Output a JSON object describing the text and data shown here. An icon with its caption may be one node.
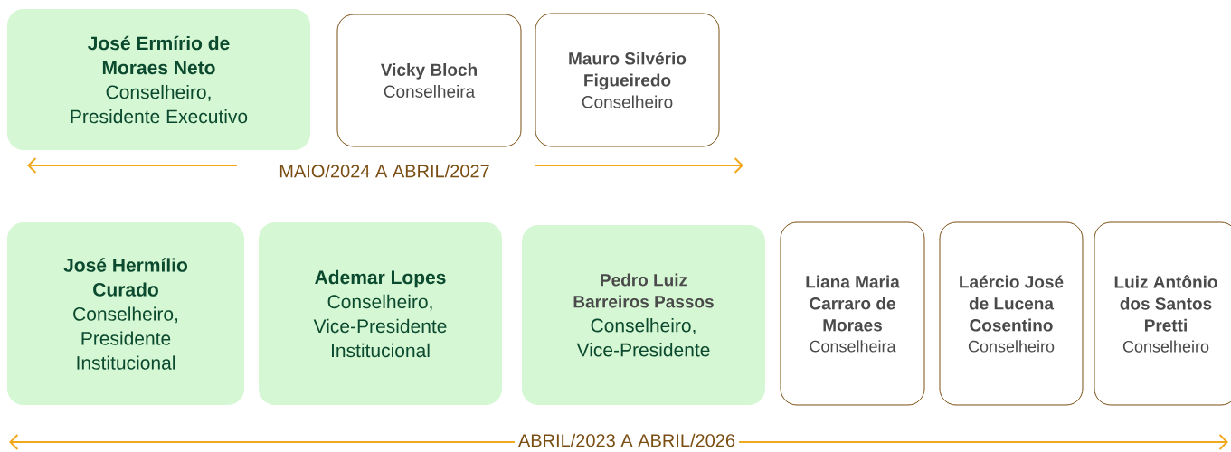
{
  "diagram": {
    "nodes": [
      {
        "text": [
          "José Ermírio de Moraes Neto",
          "Conselheiro, Presidente Executivo"
        ]
      },
      {
        "text": [
          "Vicky Bloch",
          "Conselheira"
        ]
      },
      {
        "text": [
          "Mauro Silvério Figueiredo",
          "Conselheiro"
        ]
      },
      {
        "text": [
          "José Hermílio Curado",
          "Conselheiro, Presidente Institucional"
        ]
      },
      {
        "text": [
          "Ademar Lopes",
          "Conselheiro, Vice-Presidente Institucional"
        ]
      },
      {
        "text": [
          "Pedro Luiz Barreiros Passos",
          "Conselheiro, Vice-Presidente"
        ]
      },
      {
        "text": [
          "Liana Maria Carraro de Moraes",
          "Conselheira"
        ]
      },
      {
        "text": [
          "Laércio José de Lucena Cosentino",
          "Conselheiro"
        ]
      },
      {
        "text": [
          "Luiz Antônio dos Santos Pretti",
          "Conselheiro"
        ]
      }
    ],
    "labels": [
      "MAIO/2024 A ABRIL/2027",
      "ABRIL/2023 A ABRIL/2026"
    ]
  }
}
